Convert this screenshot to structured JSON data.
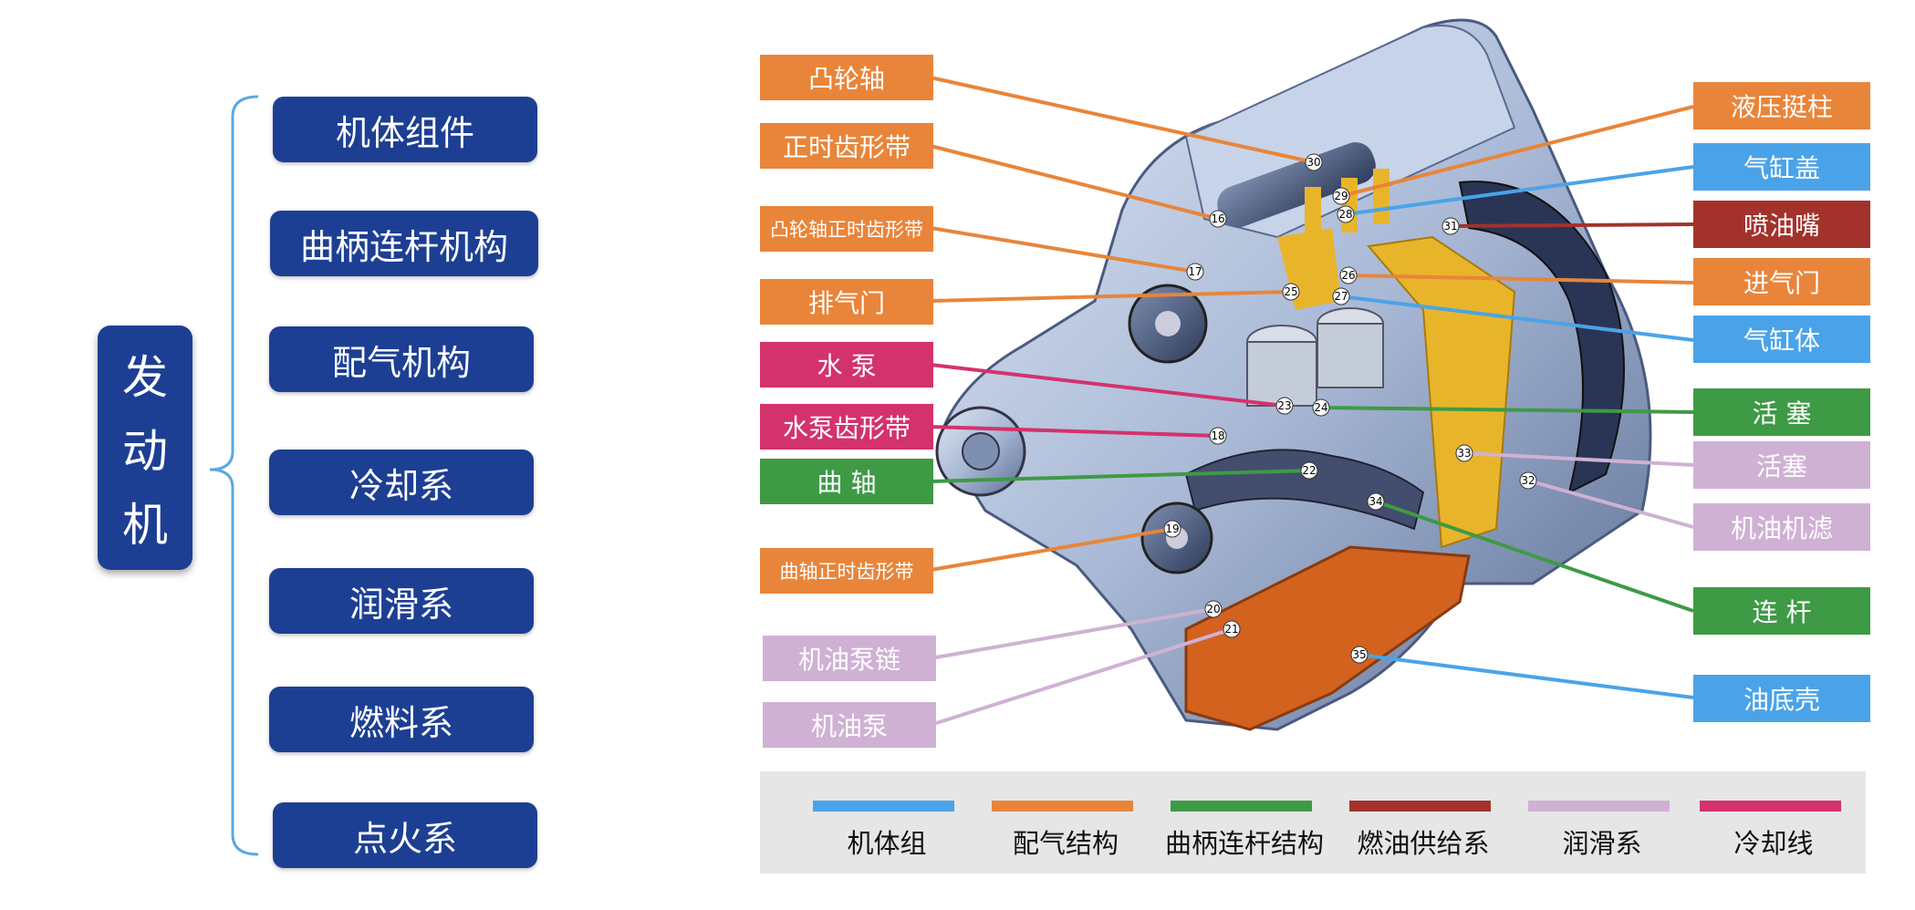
{
  "root": {
    "label_chars": [
      "发",
      "动",
      "机"
    ]
  },
  "subsystems": [
    {
      "label": "机体组件"
    },
    {
      "label": "曲柄连杆机构"
    },
    {
      "label": "配气机构"
    },
    {
      "label": "冷却系"
    },
    {
      "label": "润滑系"
    },
    {
      "label": "燃料系"
    },
    {
      "label": "点火系"
    }
  ],
  "colors": {
    "navy": "#1d3f93",
    "orange": "#e8853a",
    "blue": "#4aa3e8",
    "green": "#3e9a45",
    "darkred": "#a3322c",
    "pink": "#cfb1d4",
    "magenta": "#d3326d"
  },
  "left_labels": [
    {
      "text": "凸轮轴",
      "color": "orange",
      "number": "30"
    },
    {
      "text": "正时齿形带",
      "color": "orange",
      "number": "16"
    },
    {
      "text": "凸轮轴正时齿形带",
      "color": "orange",
      "number": "17"
    },
    {
      "text": "排气门",
      "color": "orange",
      "number": "25"
    },
    {
      "text": "水 泵",
      "color": "magenta",
      "number": "23"
    },
    {
      "text": "水泵齿形带",
      "color": "magenta",
      "number": "18"
    },
    {
      "text": "曲 轴",
      "color": "green",
      "number": "22"
    },
    {
      "text": "曲轴正时齿形带",
      "color": "orange",
      "number": "19"
    },
    {
      "text": "机油泵链",
      "color": "pink",
      "number": "20"
    },
    {
      "text": "机油泵",
      "color": "pink",
      "number": "21"
    }
  ],
  "right_labels": [
    {
      "text": "液压挺柱",
      "color": "orange",
      "number": "29"
    },
    {
      "text": "气缸盖",
      "color": "blue",
      "number": "28"
    },
    {
      "text": "喷油嘴",
      "color": "darkred",
      "number": "31"
    },
    {
      "text": "进气门",
      "color": "orange",
      "number": "26"
    },
    {
      "text": "气缸体",
      "color": "blue",
      "number": "27"
    },
    {
      "text": "活 塞",
      "color": "green",
      "number": "24"
    },
    {
      "text": "活塞",
      "color": "pink",
      "number": "33"
    },
    {
      "text": "机油机滤",
      "color": "pink",
      "number": "32"
    },
    {
      "text": "连 杆",
      "color": "green",
      "number": "34"
    },
    {
      "text": "油底壳",
      "color": "blue",
      "number": "35"
    }
  ],
  "legend": [
    {
      "label": "机体组",
      "color": "blue"
    },
    {
      "label": "配气结构",
      "color": "orange"
    },
    {
      "label": "曲柄连杆结构",
      "color": "green"
    },
    {
      "label": "燃油供给系",
      "color": "darkred"
    },
    {
      "label": "润滑系",
      "color": "pink"
    },
    {
      "label": "冷却线",
      "color": "magenta"
    }
  ]
}
